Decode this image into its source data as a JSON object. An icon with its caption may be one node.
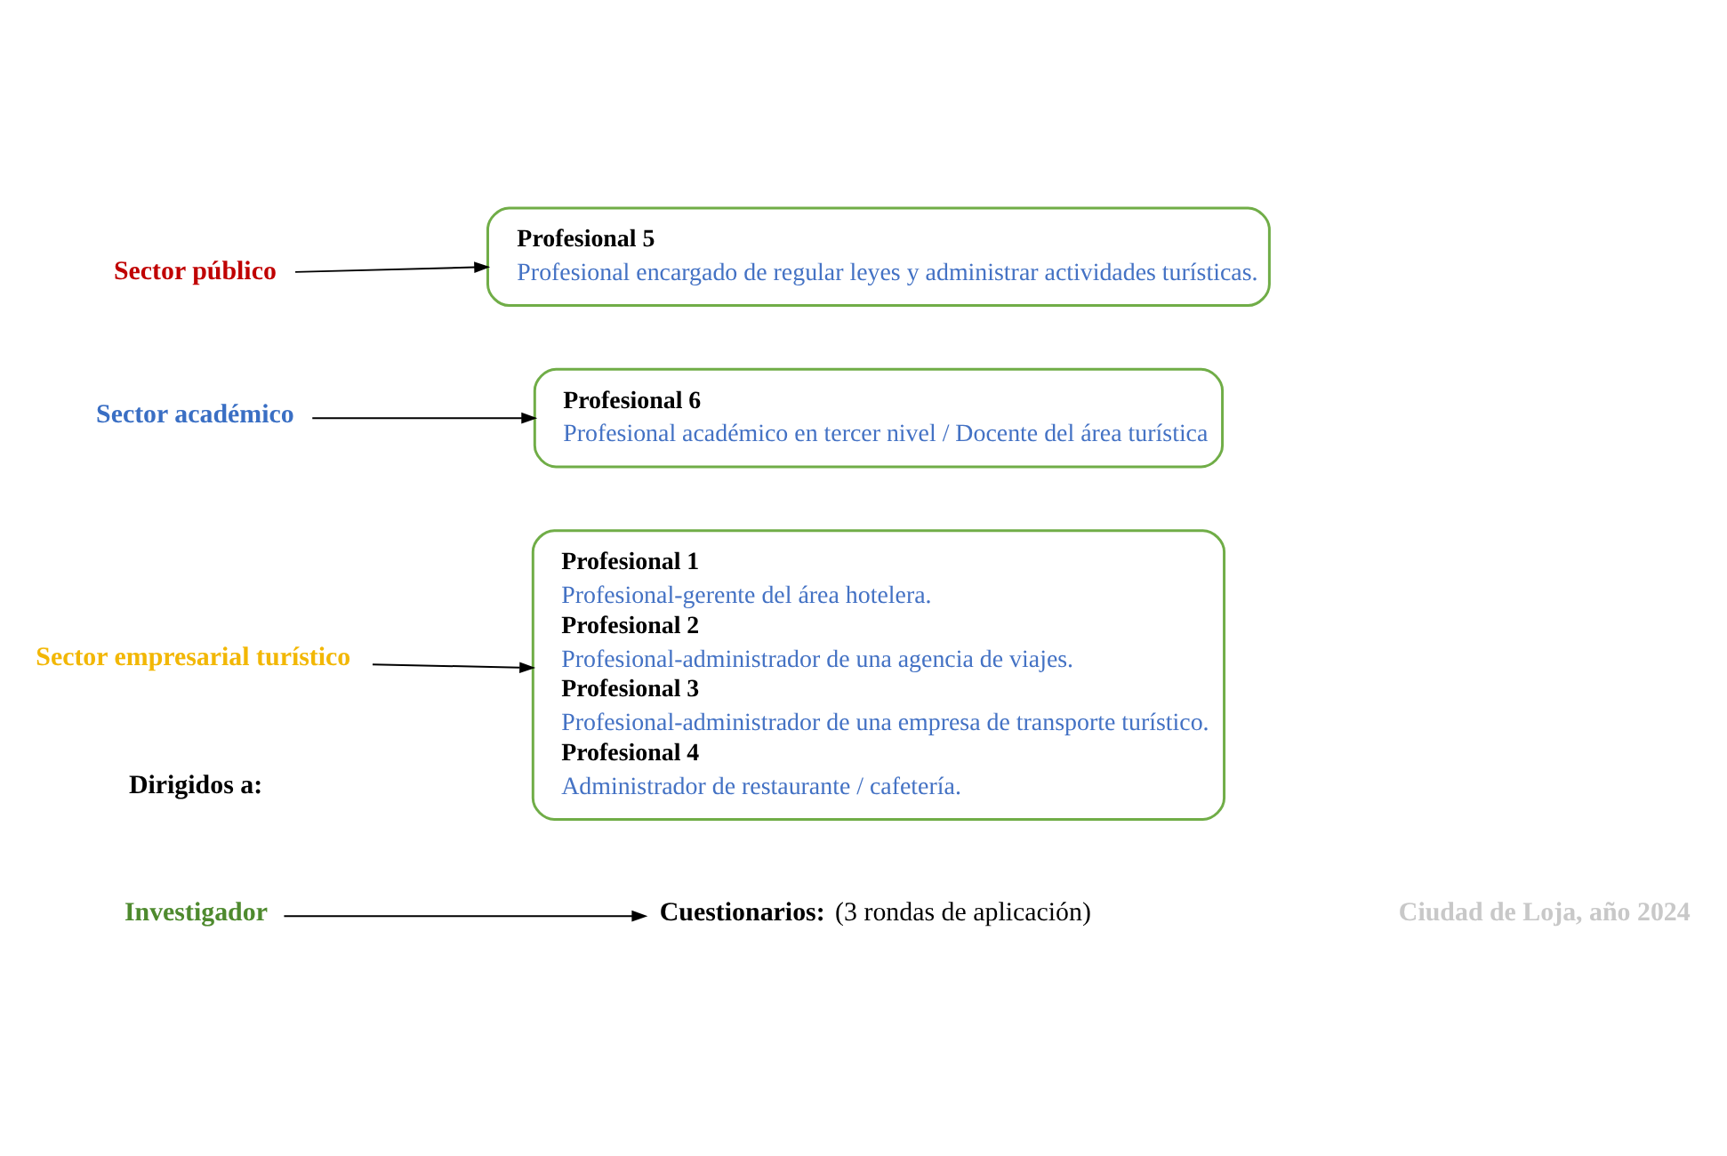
{
  "diagram": {
    "nodes": [
      {
        "text": [
          "Investigador"
        ]
      },
      {
        "text": [
          "**Cuestionarios:** (3 rondas de aplicación)"
        ]
      },
      {
        "text": [
          "Sector empresarial turístico"
        ]
      },
      {
        "text": [
          "Profesional 1",
          "Profesional-gerente del área hotelera.",
          "Profesional 2",
          "Profesional-administrador de una agencia de viajes.",
          "Profesional 3",
          "Profesional-administrador de una empresa de transporte turístico.",
          "Profesional 4",
          "Administrador de restaurante / cafetería."
        ]
      },
      {
        "text": [
          "Sector académico"
        ]
      },
      {
        "text": [
          "Profesional 6",
          "Profesional académico en tercer nivel / Docente del área turística"
        ]
      },
      {
        "text": [
          "Sector público"
        ]
      },
      {
        "text": [
          "Profesional 5",
          "Profesional encargado de regular leyes y administrar actividades turísticas."
        ]
      }
    ],
    "edges": [
      {
        "from": 0,
        "to": 1,
        "arrow": "to"
      },
      {
        "from": 2,
        "to": 3,
        "arrow": "to"
      },
      {
        "from": 4,
        "to": 5,
        "arrow": "to"
      },
      {
        "from": 6,
        "to": 7,
        "arrow": "to"
      }
    ],
    "labels": [
      "Ciudad de Loja, año 2024",
      "Dirigidos a:"
    ]
  }
}
